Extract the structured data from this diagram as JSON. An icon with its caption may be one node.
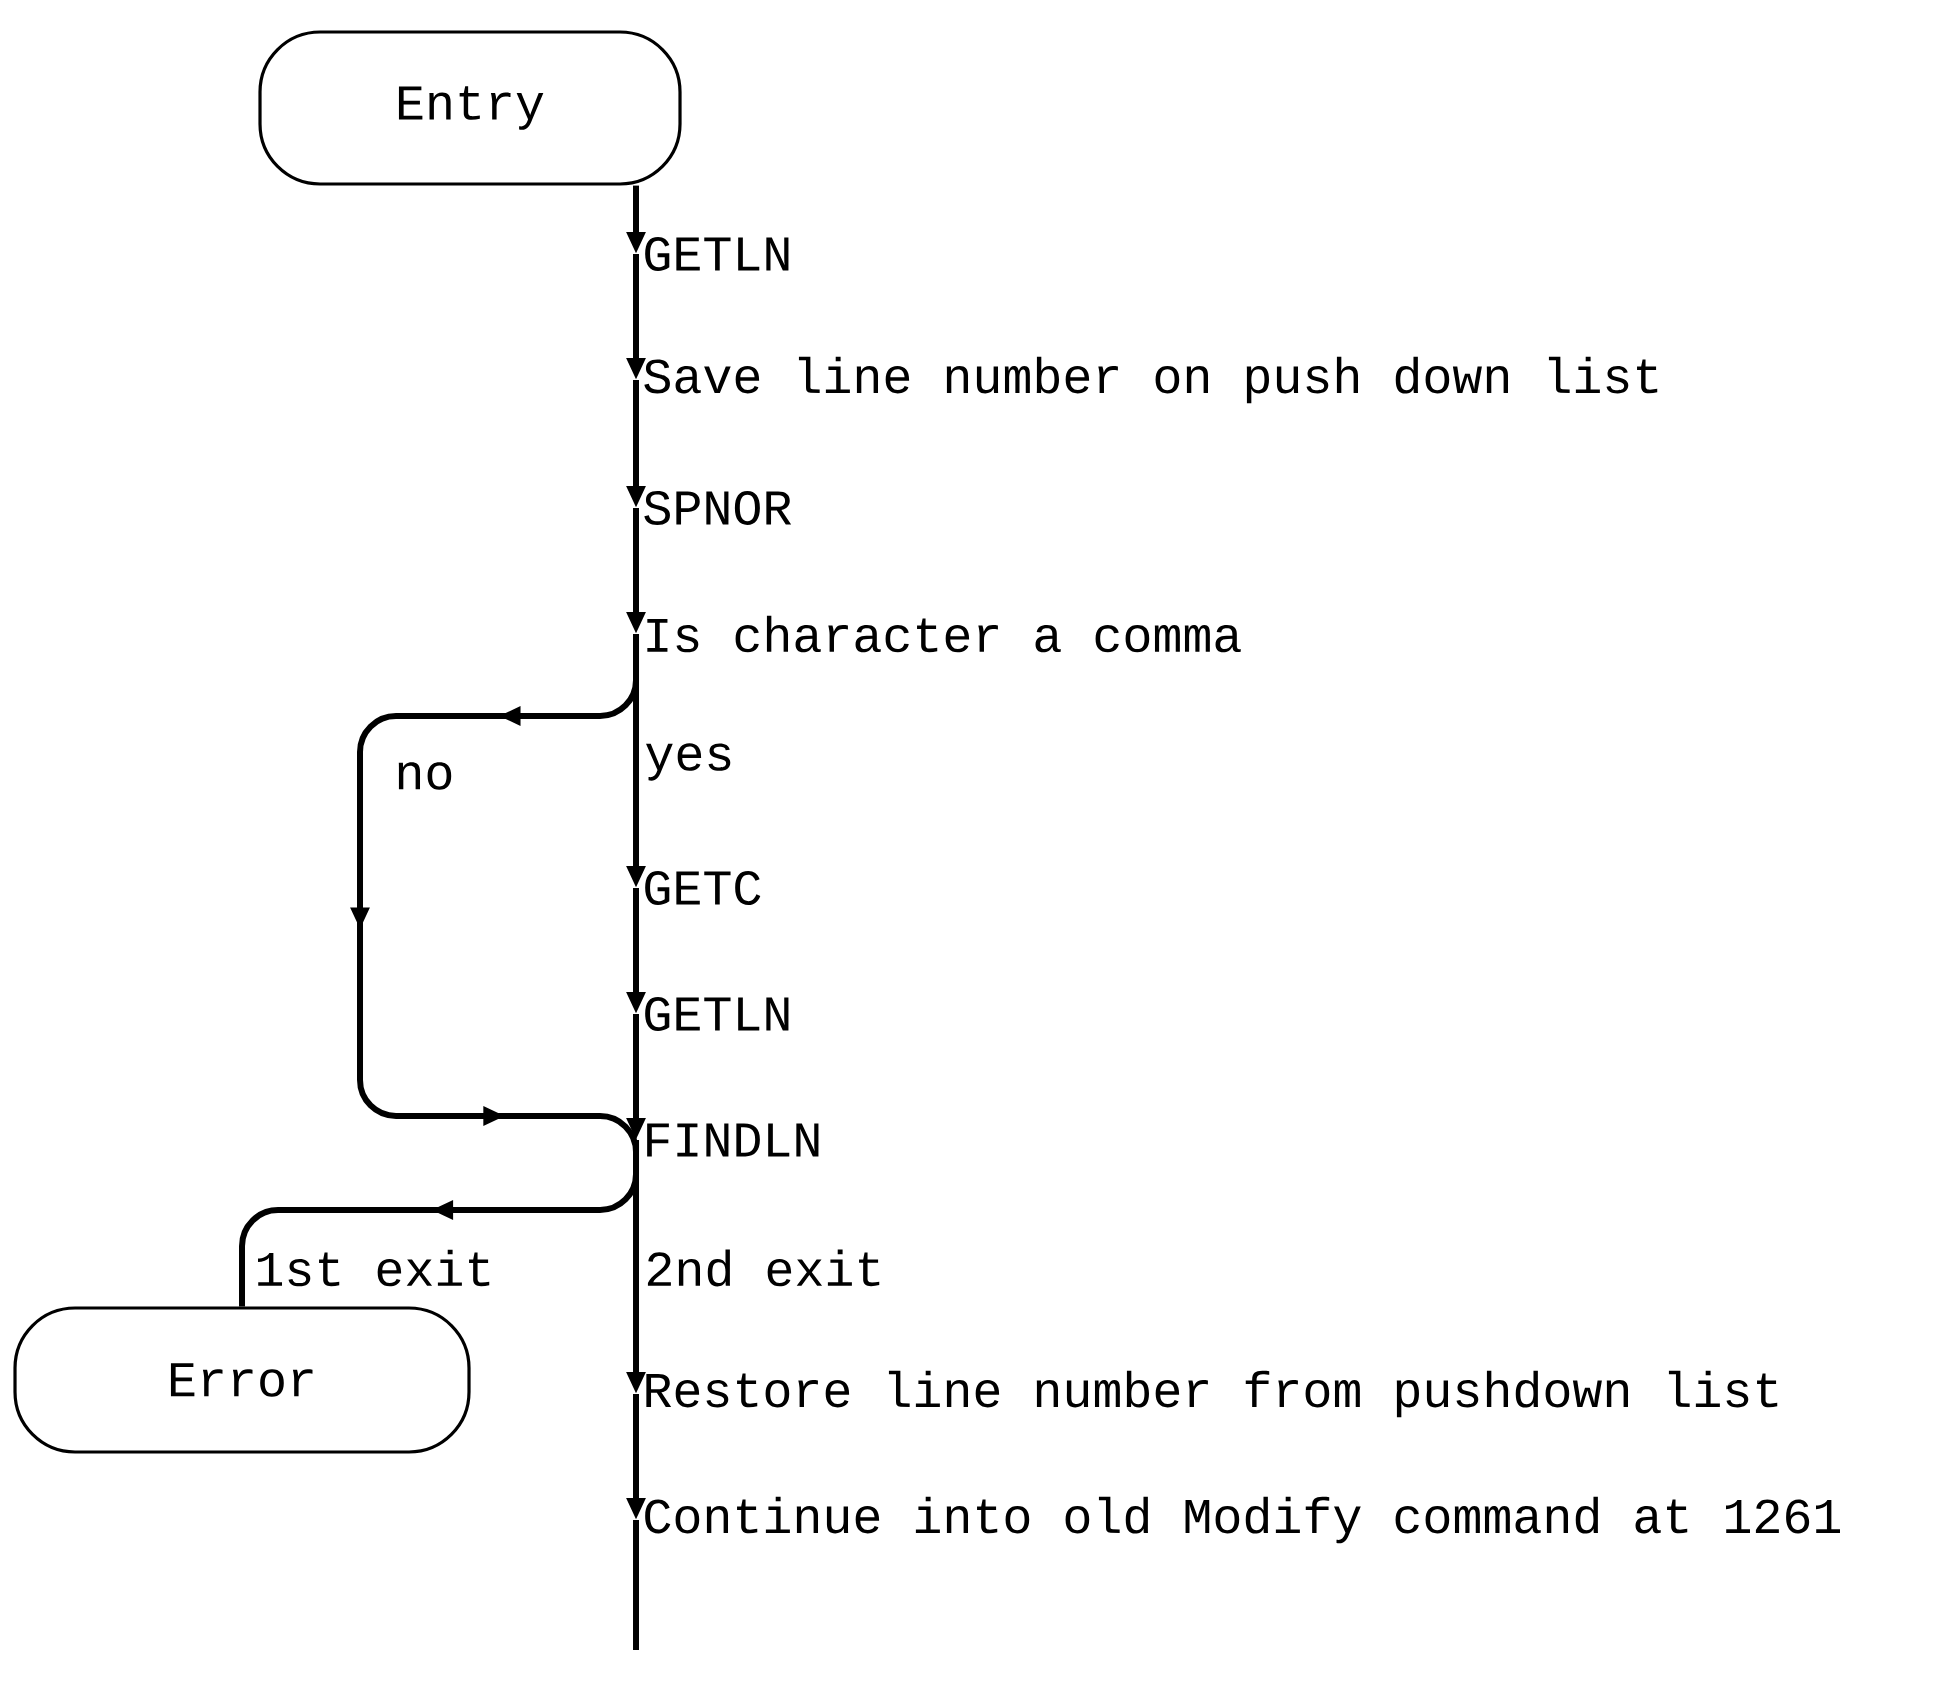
{
  "diagram": {
    "nodes": [
      {
        "text": [
          "Entry"
        ]
      },
      {
        "text": [
          "GETLN"
        ]
      },
      {
        "text": [
          "Save line number on push down list"
        ]
      },
      {
        "text": [
          "SPNOR"
        ]
      },
      {
        "text": [
          "Is character a comma"
        ]
      },
      {
        "text": [
          "GETC"
        ]
      },
      {
        "text": [
          "GETLN"
        ]
      },
      {
        "text": [
          "FINDLN"
        ]
      },
      {
        "text": [
          "Restore line number from pushdown list"
        ]
      },
      {
        "text": [
          "Continue into old Modify command at 1261"
        ]
      },
      {
        "text": [
          "Error"
        ]
      }
    ],
    "edges": [
      {
        "from": 0,
        "to": 1,
        "arrow": "to"
      },
      {
        "from": 1,
        "to": 2,
        "arrow": "to"
      },
      {
        "from": 2,
        "to": 3,
        "arrow": "to"
      },
      {
        "from": 3,
        "to": 4,
        "arrow": "to"
      },
      {
        "from": 4,
        "to": 5,
        "arrow": "to",
        "label": "yes"
      },
      {
        "from": 4,
        "to": 7,
        "arrow": "to",
        "label": "no"
      },
      {
        "from": 5,
        "to": 6,
        "arrow": "to"
      },
      {
        "from": 6,
        "to": 7,
        "arrow": "to"
      },
      {
        "from": 7,
        "to": 10,
        "arrow": "to",
        "label": "1st exit"
      },
      {
        "from": 7,
        "to": 8,
        "arrow": "to",
        "label": "2nd exit"
      },
      {
        "from": 8,
        "to": 9,
        "arrow": "to"
      },
      {
        "from": 9,
        "to": null,
        "arrow": "none"
      }
    ]
  }
}
